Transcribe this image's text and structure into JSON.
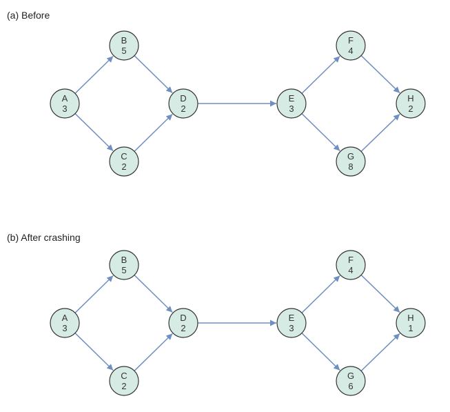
{
  "colors": {
    "node_fill": "#d6ebe4",
    "node_stroke": "#333333",
    "edge": "#6f8fc0"
  },
  "panels": [
    {
      "caption": "(a) Before",
      "nodes": [
        {
          "id": "A",
          "label": "A",
          "value": "3"
        },
        {
          "id": "B",
          "label": "B",
          "value": "5"
        },
        {
          "id": "C",
          "label": "C",
          "value": "2"
        },
        {
          "id": "D",
          "label": "D",
          "value": "2"
        },
        {
          "id": "E",
          "label": "E",
          "value": "3"
        },
        {
          "id": "F",
          "label": "F",
          "value": "4"
        },
        {
          "id": "G",
          "label": "G",
          "value": "8"
        },
        {
          "id": "H",
          "label": "H",
          "value": "2"
        }
      ],
      "edges": [
        [
          "A",
          "B"
        ],
        [
          "A",
          "C"
        ],
        [
          "B",
          "D"
        ],
        [
          "C",
          "D"
        ],
        [
          "D",
          "E"
        ],
        [
          "E",
          "F"
        ],
        [
          "E",
          "G"
        ],
        [
          "F",
          "H"
        ],
        [
          "G",
          "H"
        ]
      ]
    },
    {
      "caption": "(b) After crashing",
      "nodes": [
        {
          "id": "A",
          "label": "A",
          "value": "3"
        },
        {
          "id": "B",
          "label": "B",
          "value": "5"
        },
        {
          "id": "C",
          "label": "C",
          "value": "2"
        },
        {
          "id": "D",
          "label": "D",
          "value": "2"
        },
        {
          "id": "E",
          "label": "E",
          "value": "3"
        },
        {
          "id": "F",
          "label": "F",
          "value": "4"
        },
        {
          "id": "G",
          "label": "G",
          "value": "6"
        },
        {
          "id": "H",
          "label": "H",
          "value": "1"
        }
      ],
      "edges": [
        [
          "A",
          "B"
        ],
        [
          "A",
          "C"
        ],
        [
          "B",
          "D"
        ],
        [
          "C",
          "D"
        ],
        [
          "D",
          "E"
        ],
        [
          "E",
          "F"
        ],
        [
          "E",
          "G"
        ],
        [
          "F",
          "H"
        ],
        [
          "G",
          "H"
        ]
      ]
    }
  ]
}
